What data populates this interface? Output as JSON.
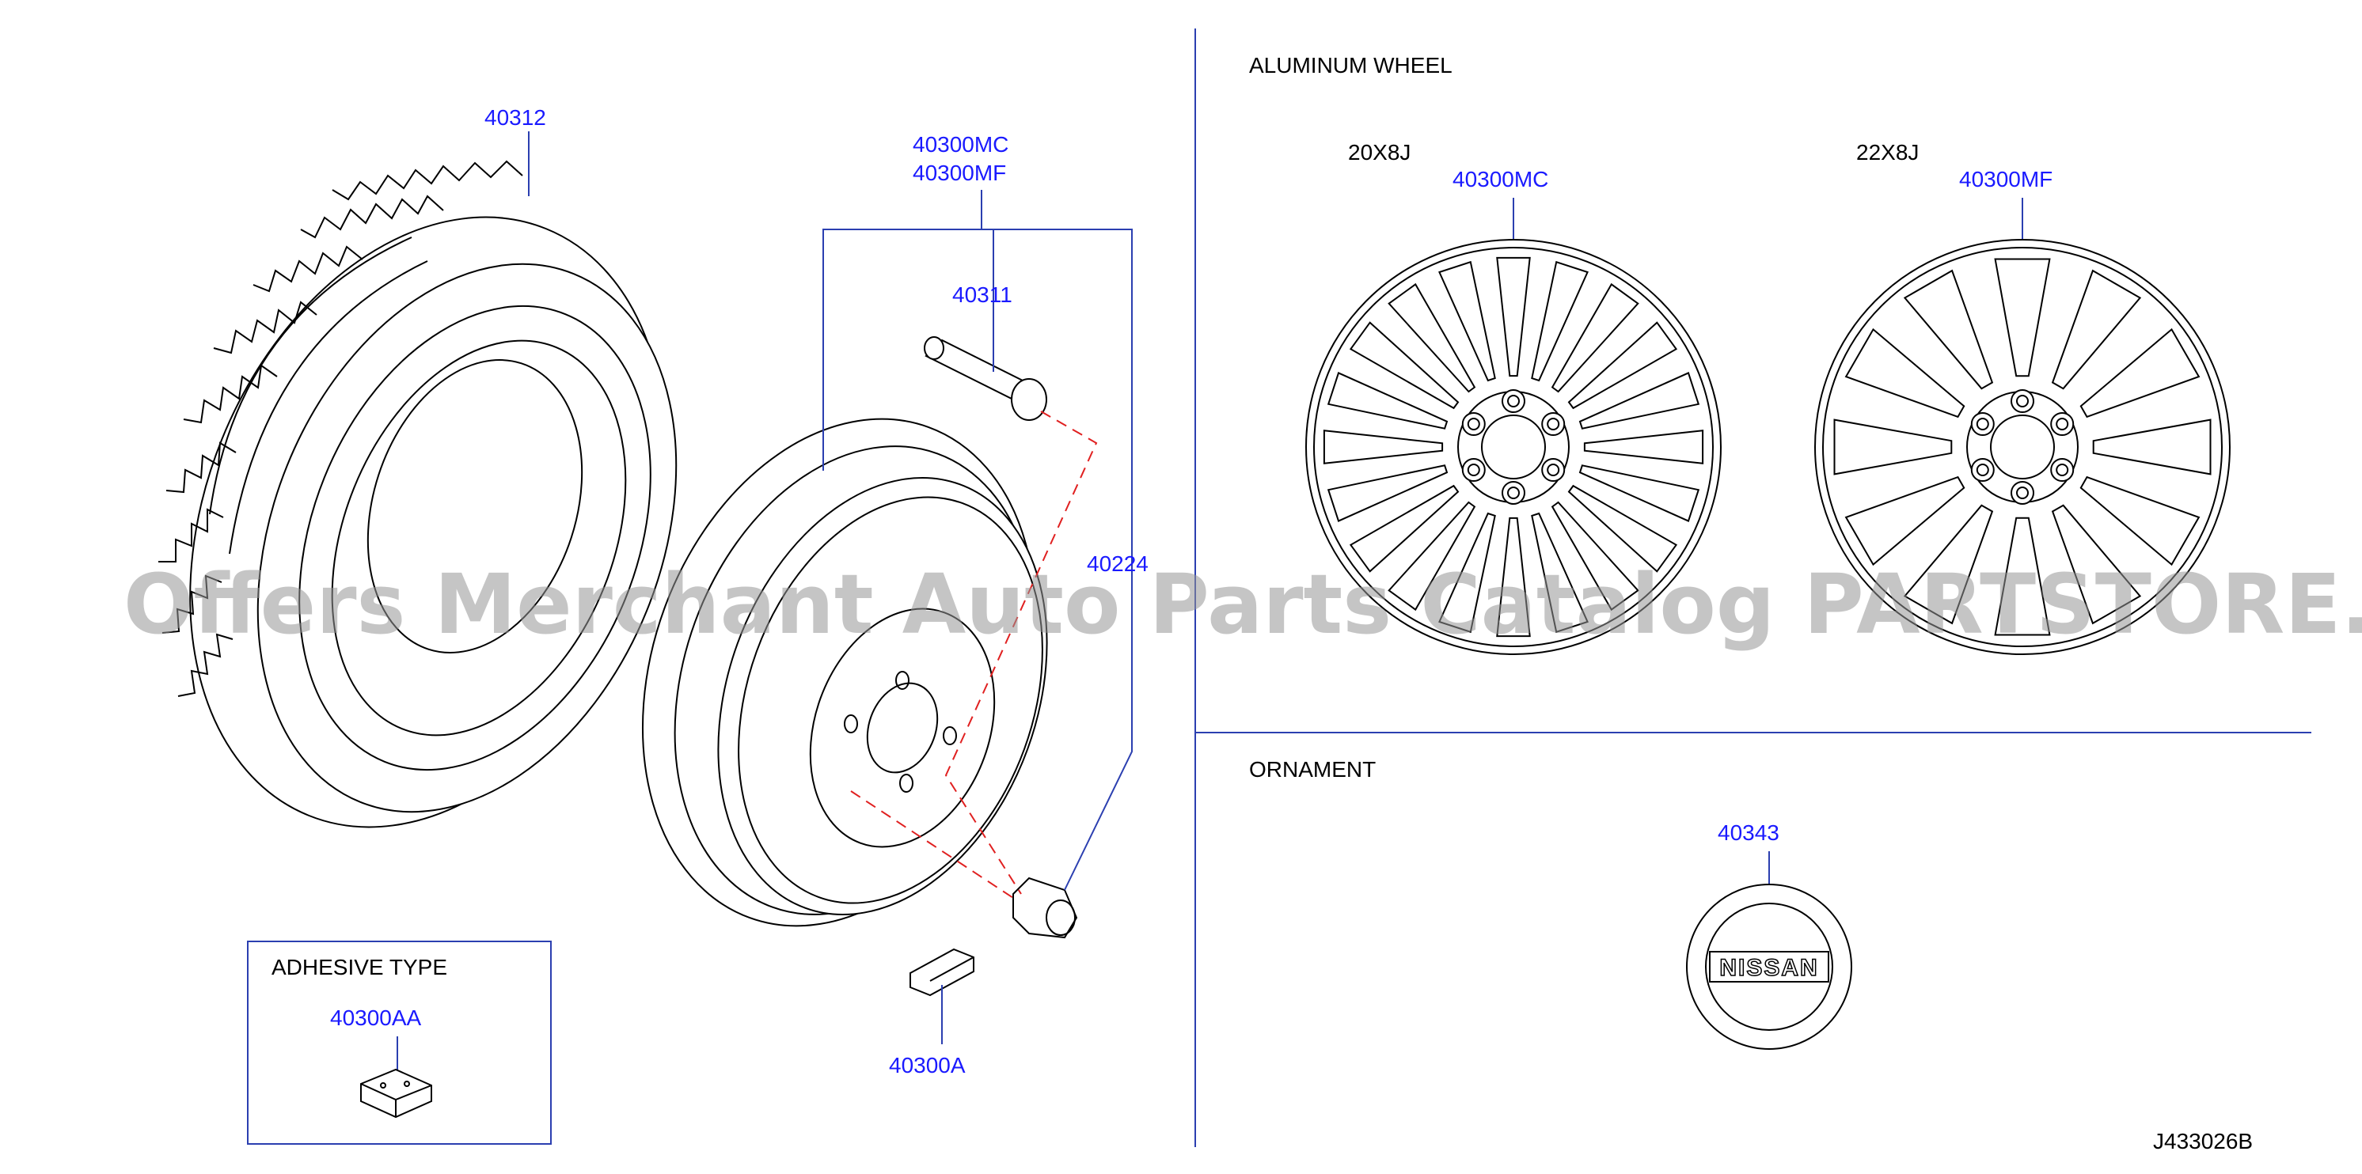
{
  "sections": {
    "aluminum_wheel": "ALUMINUM   WHEEL",
    "ornament": "ORNAMENT",
    "adhesive_type": "ADHESIVE   TYPE"
  },
  "sizes": {
    "wheel_a": "20X8J",
    "wheel_b": "22X8J"
  },
  "parts": {
    "tire": "40312",
    "wheel_mc": "40300MC",
    "wheel_mf": "40300MF",
    "valve": "40311",
    "nut": "40224",
    "weight_clip": "40300A",
    "weight_adhesive": "40300AA",
    "wheel_a_part": "40300MC",
    "wheel_b_part": "40300MF",
    "ornament_part": "40343"
  },
  "emblem_text": "NISSAN",
  "watermark": "Offers Merchant Auto Parts Catalog PARTSTORE.SA",
  "diagram_code": "J433026B",
  "colors": {
    "part_number": "#1a1aff",
    "leader": "#2b3fb0",
    "dashed": "#e02020",
    "ink": "#000000"
  }
}
